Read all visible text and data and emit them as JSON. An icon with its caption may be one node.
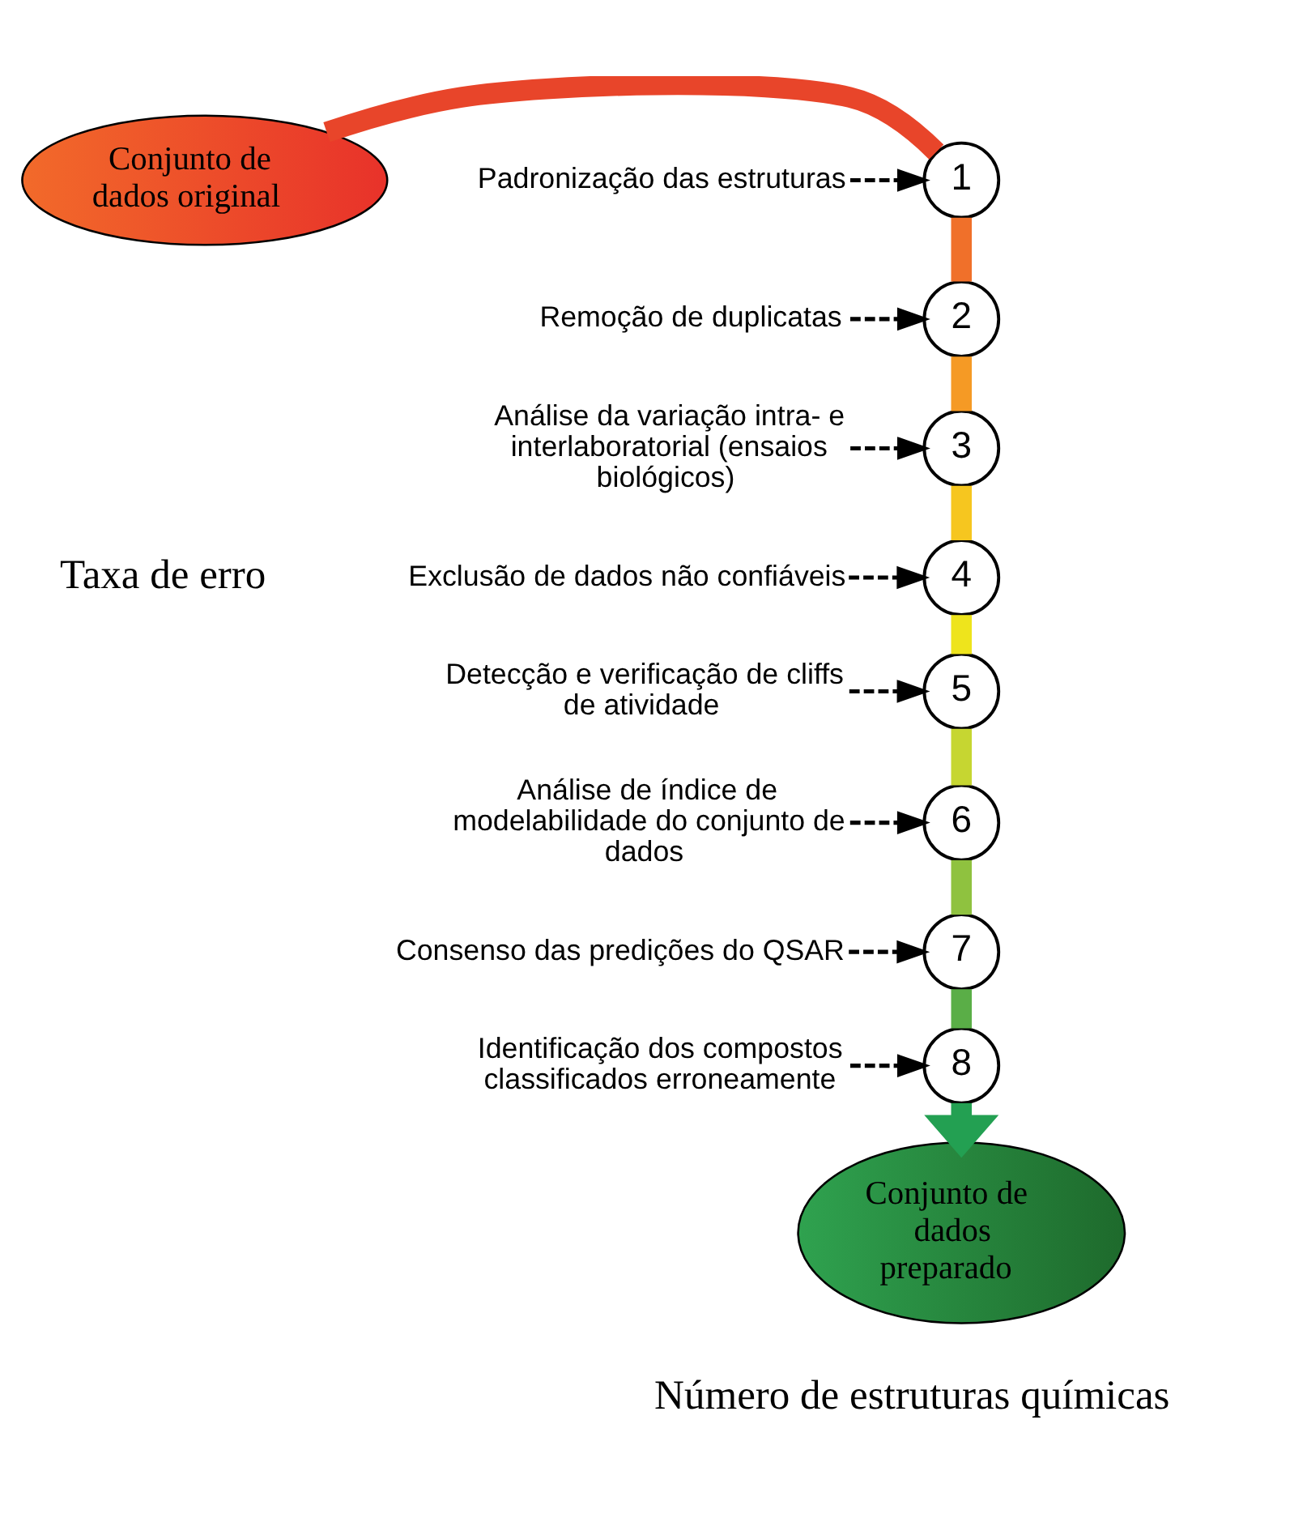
{
  "diagram": {
    "nodes": [
      {
        "text": [
          "Conjunto de dados original"
        ]
      },
      {
        "text": [
          "1"
        ]
      },
      {
        "text": [
          "2"
        ]
      },
      {
        "text": [
          "3"
        ]
      },
      {
        "text": [
          "4"
        ]
      },
      {
        "text": [
          "5"
        ]
      },
      {
        "text": [
          "6"
        ]
      },
      {
        "text": [
          "7"
        ]
      },
      {
        "text": [
          "8"
        ]
      },
      {
        "text": [
          "Conjunto de dados preparado"
        ]
      },
      {
        "text": [
          "Padronização das estruturas"
        ]
      },
      {
        "text": [
          "Remoção de duplicatas"
        ]
      },
      {
        "text": [
          "Análise da variação intra- e interlaboratorial (ensaios biológicos)"
        ]
      },
      {
        "text": [
          "Exclusão de dados não confiáveis"
        ]
      },
      {
        "text": [
          "Detecção e verificação de *cliffs* de atividade"
        ]
      },
      {
        "text": [
          "Análise de índice de modelabilidade do conjunto de dados"
        ]
      },
      {
        "text": [
          "Consenso das predições do QSAR"
        ]
      },
      {
        "text": [
          "Identificação dos compostos classificados erroneamente"
        ]
      }
    ],
    "edges": [
      {
        "from": 0,
        "to": 1,
        "arrow": "none",
        "color": "#e8452a"
      },
      {
        "from": 1,
        "to": 2,
        "arrow": "none",
        "color": "#f0702a"
      },
      {
        "from": 2,
        "to": 3,
        "arrow": "none",
        "color": "#f59a25"
      },
      {
        "from": 3,
        "to": 4,
        "arrow": "none",
        "color": "#f6c61f"
      },
      {
        "from": 4,
        "to": 5,
        "arrow": "none",
        "color": "#eee41c"
      },
      {
        "from": 5,
        "to": 6,
        "arrow": "none",
        "color": "#c6d631"
      },
      {
        "from": 6,
        "to": 7,
        "arrow": "none",
        "color": "#8fc23f"
      },
      {
        "from": 7,
        "to": 8,
        "arrow": "none",
        "color": "#5aae47"
      },
      {
        "from": 8,
        "to": 9,
        "arrow": "to",
        "color": "#23a052"
      },
      {
        "from": 10,
        "to": 1,
        "arrow": "to",
        "style": "dashed"
      },
      {
        "from": 11,
        "to": 2,
        "arrow": "to",
        "style": "dashed"
      },
      {
        "from": 12,
        "to": 3,
        "arrow": "to",
        "style": "dashed"
      },
      {
        "from": 13,
        "to": 4,
        "arrow": "to",
        "style": "dashed"
      },
      {
        "from": 14,
        "to": 5,
        "arrow": "to",
        "style": "dashed"
      },
      {
        "from": 15,
        "to": 6,
        "arrow": "to",
        "style": "dashed"
      },
      {
        "from": 16,
        "to": 7,
        "arrow": "to",
        "style": "dashed"
      },
      {
        "from": 17,
        "to": 8,
        "arrow": "to",
        "style": "dashed"
      }
    ],
    "labels": [
      "Taxa de erro",
      "Número de estruturas químicas"
    ]
  }
}
